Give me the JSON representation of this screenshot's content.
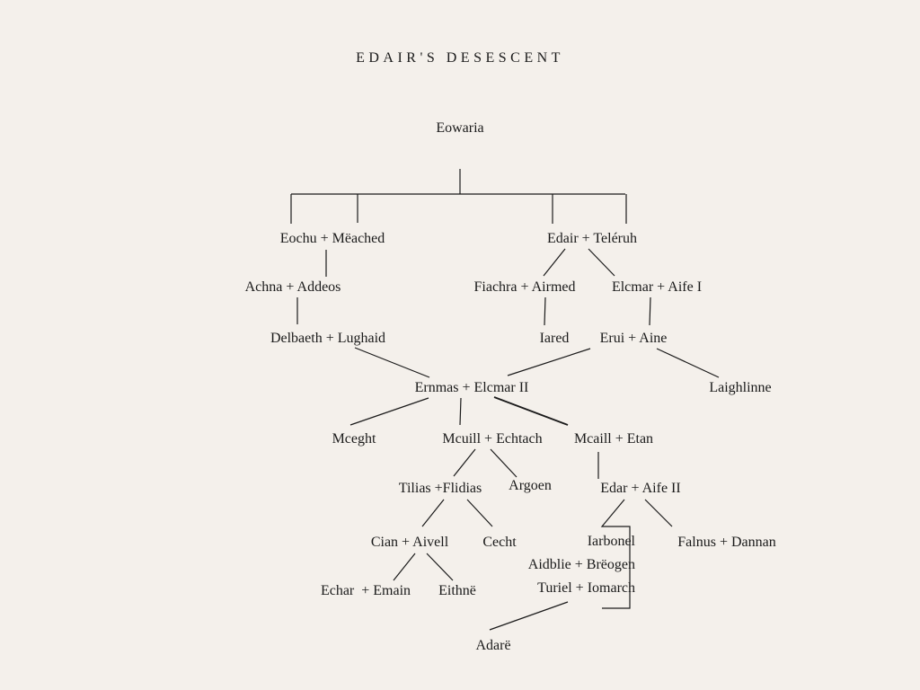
{
  "title": "EDAIR'S DESESCENT",
  "nodes": {
    "eowaria": "Eowaria",
    "eochu": "Eochu + Mëached",
    "edair": "Edair + Teléruh",
    "achna": "Achna + Addeos",
    "fiachra": "Fiachra + Airmed",
    "elcmar": "Elcmar + Aife I",
    "delbaeth": "Delbaeth + Lughaid",
    "iared": "Iared",
    "erui": "Erui + Aine",
    "ernmas": "Ernmas + Elcmar II",
    "laighlinne": "Laighlinne",
    "mceght": "Mceght",
    "mcuill": "Mcuill + Echtach",
    "mcaill": "Mcaill + Etan",
    "tilias": "Tilias +Flidias",
    "argoen": "Argoen",
    "edar": "Edar + Aife II",
    "cian": "Cian + Aivell",
    "cecht": "Cecht",
    "iarbonel": "Iarbonel",
    "aidblie": "Aidblie + Brëogen",
    "turiel": "Turiel + Iomarch",
    "falnus": "Falnus + Dannan",
    "echar": "Echar  + Emain",
    "eithne": "Eithnë",
    "adare": "Adarë"
  }
}
